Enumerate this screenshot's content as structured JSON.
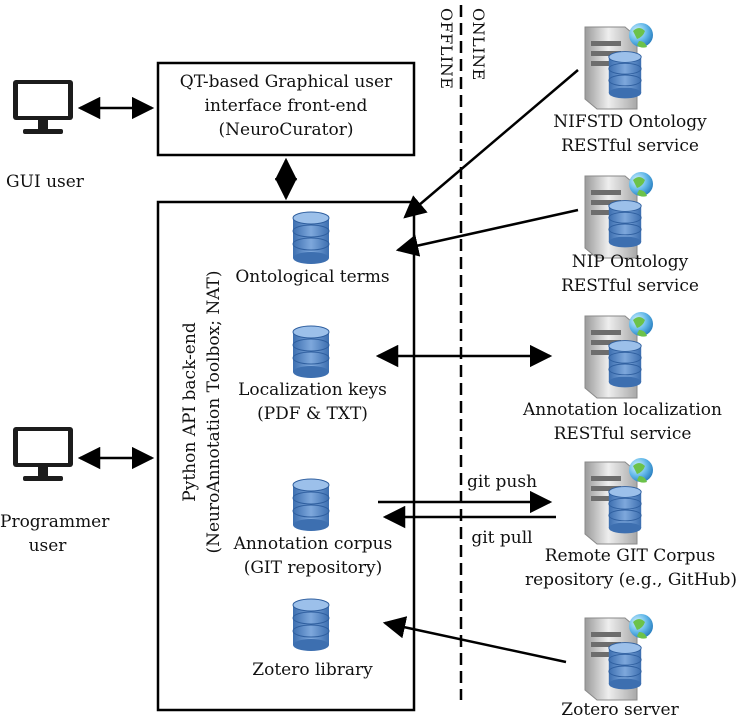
{
  "labels": {
    "gui_frontend": [
      "QT-based Graphical user",
      "interface front-end",
      "(NeuroCurator)"
    ],
    "gui_user": "GUI user",
    "programmer_user": [
      "Programmer",
      "user"
    ],
    "api_backend": [
      "Python API back-end",
      "(NeuroAnnotation Toolbox; NAT)"
    ],
    "ontological_terms": "Ontological terms",
    "localization_keys": [
      "Localization keys",
      "(PDF & TXT)"
    ],
    "annotation_corpus": [
      "Annotation corpus",
      "(GIT repository)"
    ],
    "zotero_library": "Zotero library",
    "nifstd": [
      "NIFSTD Ontology",
      "RESTful service"
    ],
    "nip": [
      "NIP Ontology",
      "RESTful service"
    ],
    "annotation_localization": [
      "Annotation localization",
      "RESTful service"
    ],
    "remote_git": [
      "Remote GIT Corpus",
      "repository (e.g., GitHub)"
    ],
    "zotero_server": "Zotero server",
    "offline": "OFFLINE",
    "online": "ONLINE",
    "git_push": "git push",
    "git_pull": "git pull"
  },
  "colors": {
    "db_blue": "#4f7fbf",
    "db_dark": "#2f5f9f",
    "server_gray": "#bfbfbf",
    "globe_green": "#6cc24a",
    "monitor_dark": "#1c1c1c"
  },
  "icons": [
    "monitor-icon",
    "database-icon",
    "server-icon",
    "globe-icon"
  ]
}
